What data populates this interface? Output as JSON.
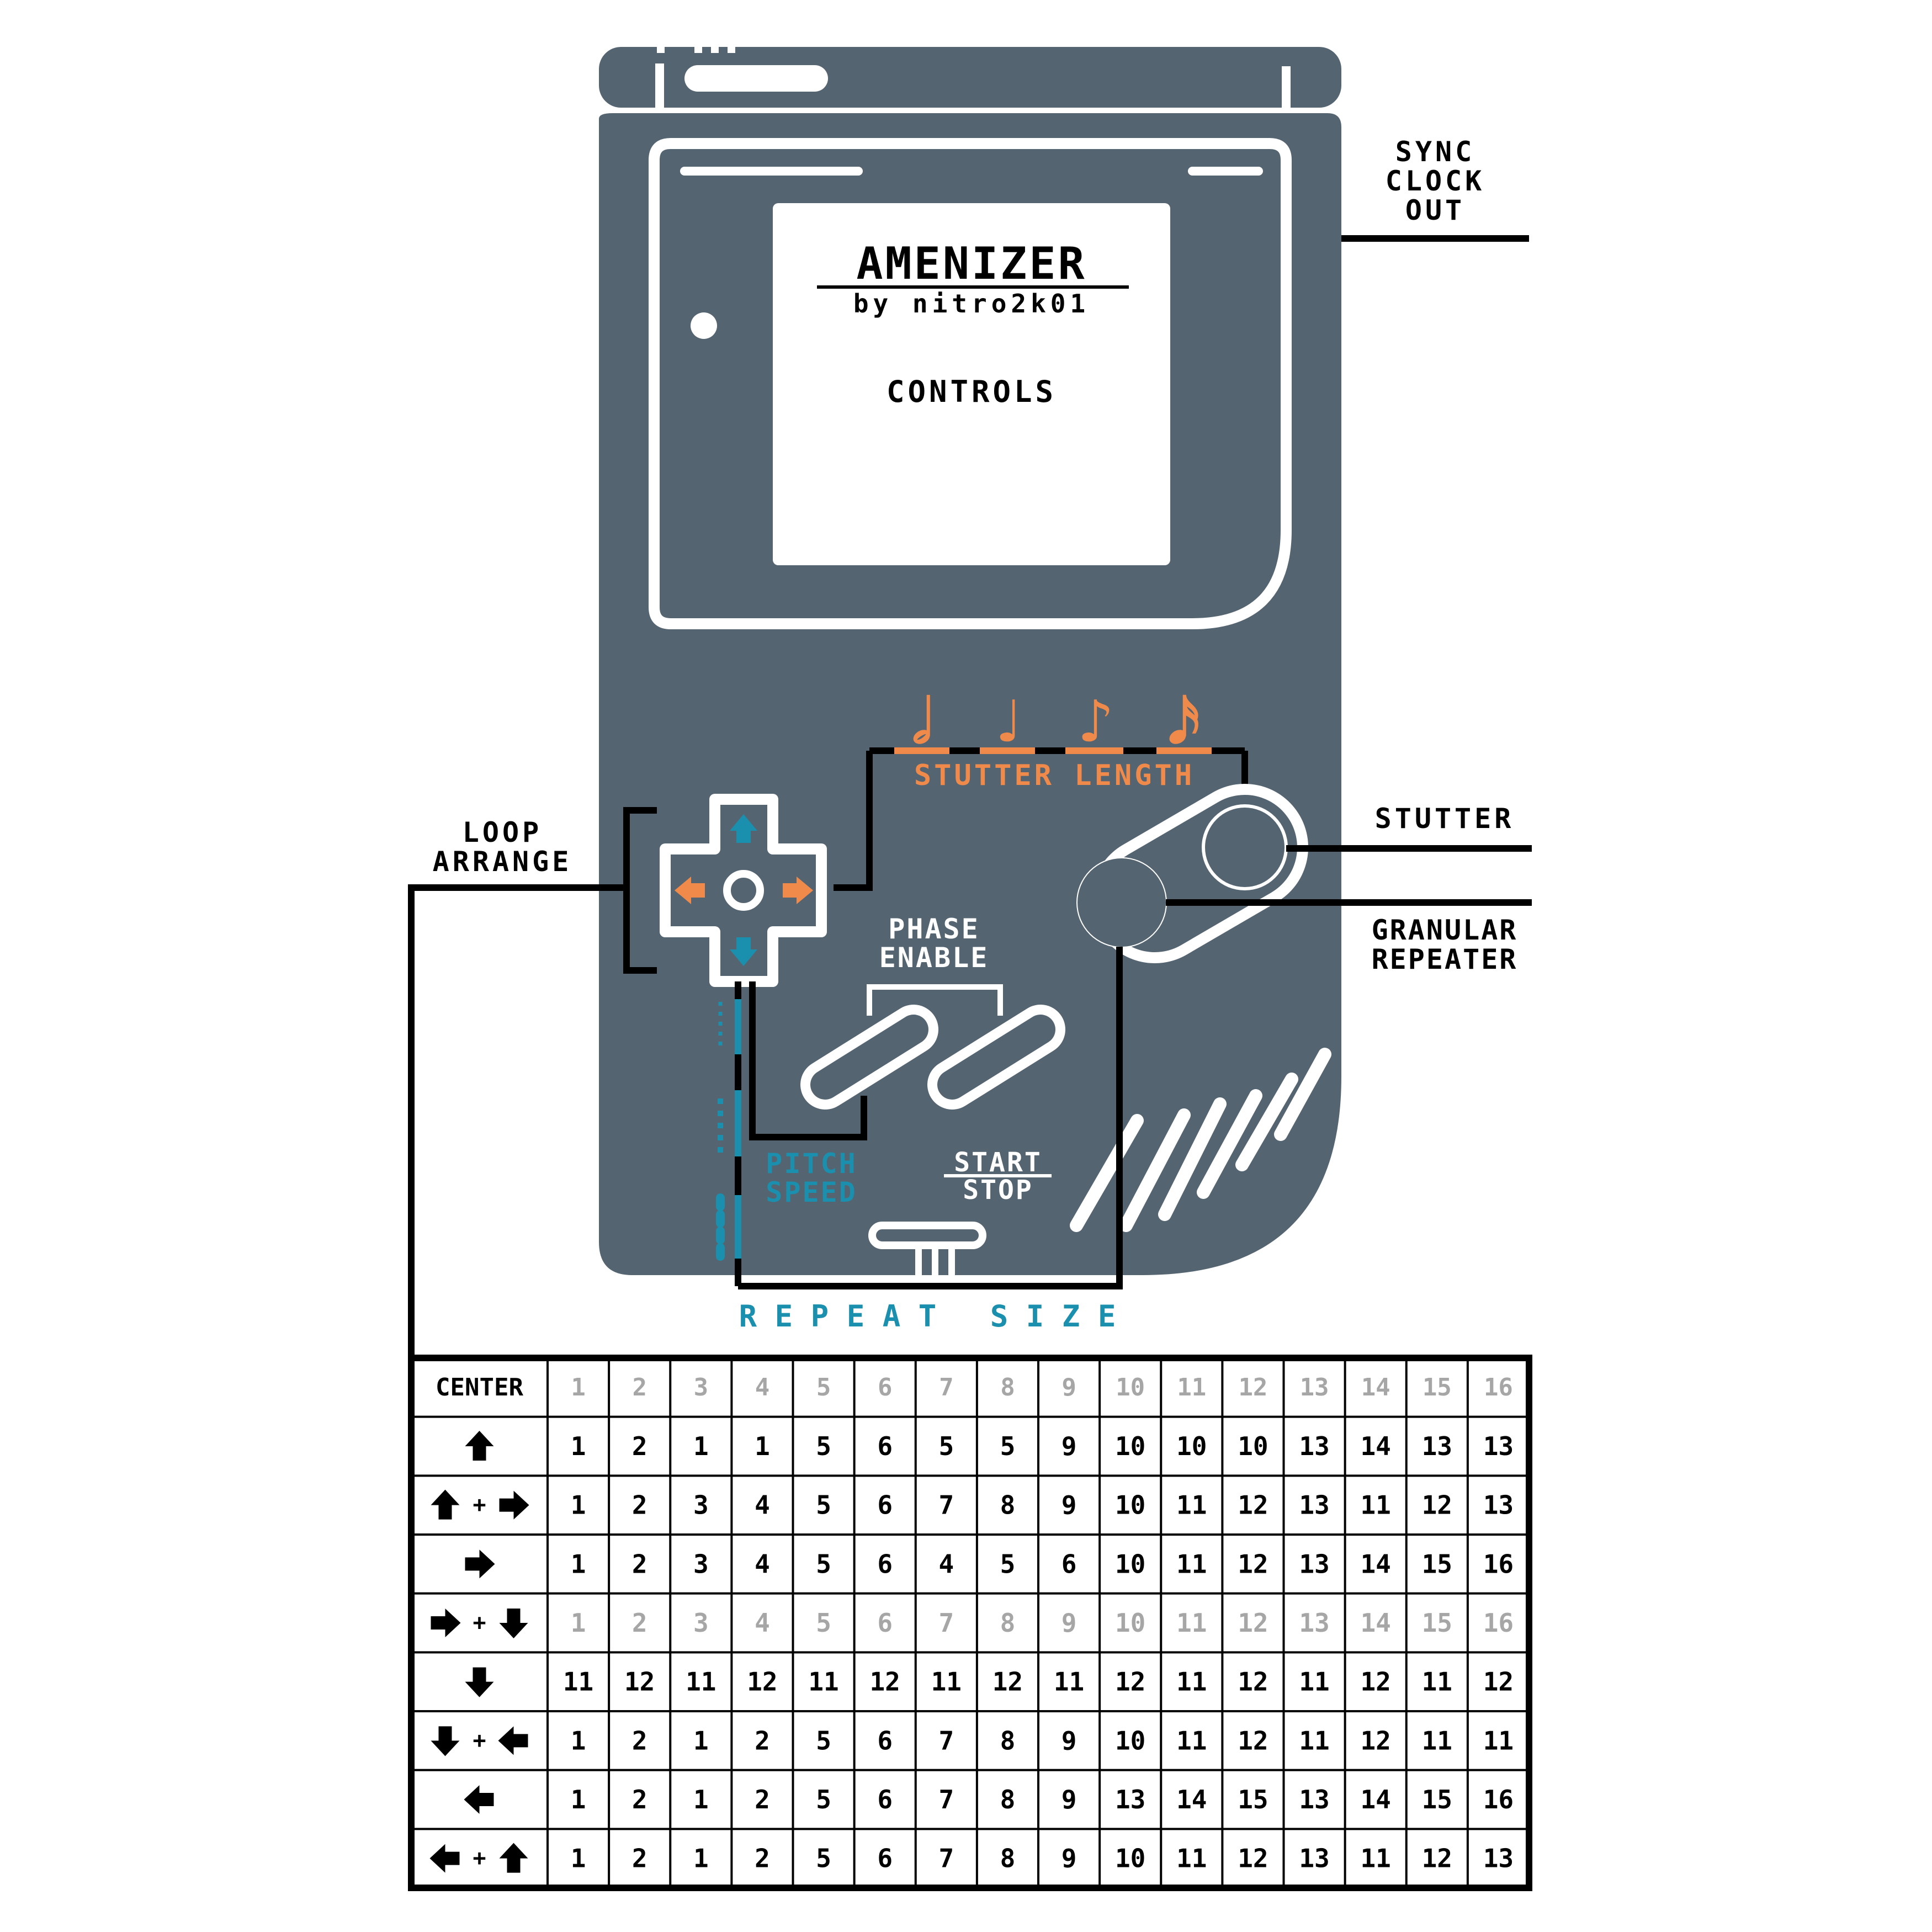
{
  "screen": {
    "title": "AMENIZER",
    "byline": "by nitro2k01",
    "heading": "CONTROLS"
  },
  "labels": {
    "sync_clock_out": [
      "SYNC",
      "CLOCK",
      "OUT"
    ],
    "loop_arrange": [
      "LOOP",
      "ARRANGE"
    ],
    "stutter": "STUTTER",
    "granular_repeater": [
      "GRANULAR",
      "REPEATER"
    ],
    "stutter_length": "STUTTER LENGTH",
    "phase_enable": [
      "PHASE",
      "ENABLE"
    ],
    "start_stop": [
      "START",
      "STOP"
    ],
    "pitch_speed": [
      "PITCH",
      "SPEED"
    ],
    "repeat_size": "R E P E A T   S I Z E"
  },
  "notes": [
    "𝅗𝅥",
    "♩",
    "♪",
    "𝅘𝅥𝅯"
  ],
  "colors": {
    "body": "#546571",
    "orange": "#f08a4b",
    "teal": "#1a8fae",
    "line": "#000000",
    "white": "#ffffff",
    "dim_text": "#a6a6a6"
  },
  "table": {
    "first_header": "CENTER",
    "columns": [
      "1",
      "2",
      "3",
      "4",
      "5",
      "6",
      "7",
      "8",
      "9",
      "10",
      "11",
      "12",
      "13",
      "14",
      "15",
      "16"
    ],
    "rows": [
      {
        "keys": [
          "up"
        ],
        "values": [
          "1",
          "2",
          "1",
          "1",
          "5",
          "6",
          "5",
          "5",
          "9",
          "10",
          "10",
          "10",
          "13",
          "14",
          "13",
          "13"
        ],
        "dim": false
      },
      {
        "keys": [
          "up",
          "right"
        ],
        "values": [
          "1",
          "2",
          "3",
          "4",
          "5",
          "6",
          "7",
          "8",
          "9",
          "10",
          "11",
          "12",
          "13",
          "11",
          "12",
          "13"
        ],
        "dim": false
      },
      {
        "keys": [
          "right"
        ],
        "values": [
          "1",
          "2",
          "3",
          "4",
          "5",
          "6",
          "4",
          "5",
          "6",
          "10",
          "11",
          "12",
          "13",
          "14",
          "15",
          "16"
        ],
        "dim": false
      },
      {
        "keys": [
          "right",
          "down"
        ],
        "values": [
          "1",
          "2",
          "3",
          "4",
          "5",
          "6",
          "7",
          "8",
          "9",
          "10",
          "11",
          "12",
          "13",
          "14",
          "15",
          "16"
        ],
        "dim": true
      },
      {
        "keys": [
          "down"
        ],
        "values": [
          "11",
          "12",
          "11",
          "12",
          "11",
          "12",
          "11",
          "12",
          "11",
          "12",
          "11",
          "12",
          "11",
          "12",
          "11",
          "12"
        ],
        "dim": false
      },
      {
        "keys": [
          "down",
          "left"
        ],
        "values": [
          "1",
          "2",
          "1",
          "2",
          "5",
          "6",
          "7",
          "8",
          "9",
          "10",
          "11",
          "12",
          "11",
          "12",
          "11",
          "11"
        ],
        "dim": false
      },
      {
        "keys": [
          "left"
        ],
        "values": [
          "1",
          "2",
          "1",
          "2",
          "5",
          "6",
          "7",
          "8",
          "9",
          "13",
          "14",
          "15",
          "13",
          "14",
          "15",
          "16"
        ],
        "dim": false
      },
      {
        "keys": [
          "left",
          "up"
        ],
        "values": [
          "1",
          "2",
          "1",
          "2",
          "5",
          "6",
          "7",
          "8",
          "9",
          "10",
          "11",
          "12",
          "13",
          "11",
          "12",
          "13"
        ],
        "dim": false
      }
    ],
    "plus": "+"
  }
}
